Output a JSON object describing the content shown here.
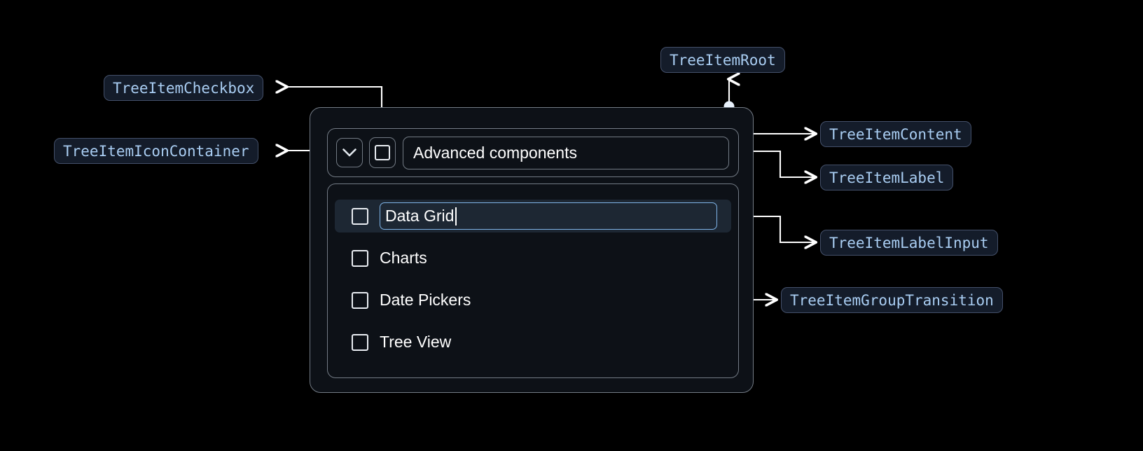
{
  "theme": {
    "background": "#000000",
    "panel_bg": "#0d1117",
    "panel_border": "#737b85",
    "badge_bg": "#141c2a",
    "badge_border": "#44506a",
    "badge_text": "#a9cdf2",
    "connector": "#ffffff",
    "selected_row_bg": "#1d2733",
    "focus_border": "#7fb4e8",
    "text": "#ffffff"
  },
  "annotations": {
    "tree_item_checkbox": "TreeItemCheckbox",
    "tree_item_icon_container": "TreeItemIconContainer",
    "tree_item_root": "TreeItemRoot",
    "tree_item_content": "TreeItemContent",
    "tree_item_label": "TreeItemLabel",
    "tree_item_label_input": "TreeItemLabelInput",
    "tree_item_group_transition": "TreeItemGroupTransition"
  },
  "tree": {
    "root": {
      "expanded": true,
      "expand_icon": "chevron-down-icon",
      "checkbox_checked": false,
      "label": "Advanced components"
    },
    "children": [
      {
        "label": "Data Grid",
        "checked": false,
        "editing": true,
        "selected": true
      },
      {
        "label": "Charts",
        "checked": false,
        "editing": false,
        "selected": false
      },
      {
        "label": "Date Pickers",
        "checked": false,
        "editing": false,
        "selected": false
      },
      {
        "label": "Tree View",
        "checked": false,
        "editing": false,
        "selected": false
      }
    ]
  }
}
